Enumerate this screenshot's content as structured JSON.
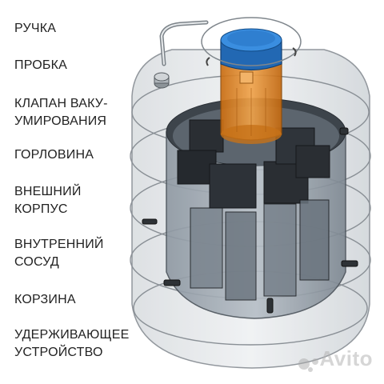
{
  "labels": [
    {
      "lines": [
        "РУЧКА"
      ]
    },
    {
      "lines": [
        "ПРОБКА"
      ]
    },
    {
      "lines": [
        "КЛАПАН ВАКУ-",
        "УМИРОВАНИЯ"
      ]
    },
    {
      "lines": [
        "ГОРЛОВИНА"
      ]
    },
    {
      "lines": [
        "ВНЕШНИЙ",
        "КОРПУС"
      ]
    },
    {
      "lines": [
        "ВНУТРЕННИЙ",
        "СОСУД"
      ]
    },
    {
      "lines": [
        "КОРЗИНА"
      ]
    },
    {
      "lines": [
        "УДЕРЖИВАЮЩЕЕ",
        "УСТРОЙСТВО"
      ]
    }
  ],
  "watermark": "Avito",
  "colors": {
    "plug": "#2f7fd0",
    "neck": "#e08a2a",
    "outer": "#c9ced3",
    "inner": "#6b7580",
    "basket": "#2a2e33"
  }
}
